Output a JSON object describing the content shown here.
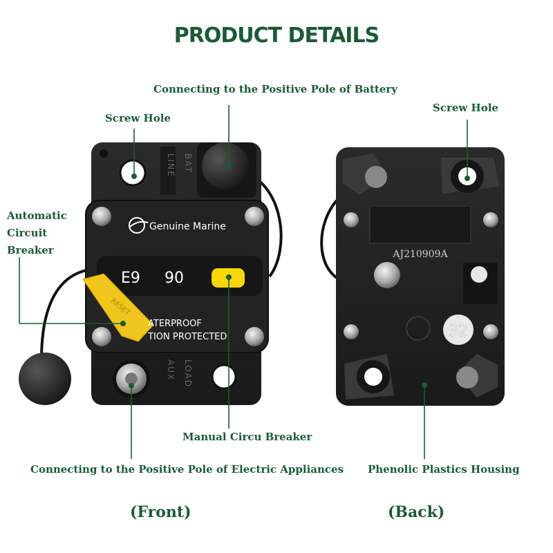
{
  "heading": "PRODUCT DETAILS",
  "labels": {
    "battery_pole": "Connecting to the Positive Pole of Battery",
    "screw_hole_front": "Screw Hole",
    "screw_hole_back": "Screw Hole",
    "auto_breaker": "Automatic Circuit Breaker",
    "manual_breaker": "Manual Circu Breaker",
    "appliance_pole": "Connecting to the Positive Pole of Electric Appliances",
    "housing": "Phenolic Plastics Housing"
  },
  "views": {
    "front": "(Front)",
    "back": "(Back)"
  },
  "device_front": {
    "brand": "Genuine Marine",
    "model": "E9",
    "rating": "90",
    "line1": "ATERPROOF",
    "line2": "TION PROTECTED",
    "lever_text": "RESET",
    "terminal_top_left": "LINE",
    "terminal_top_right": "BAT",
    "terminal_bottom_left": "AUX",
    "terminal_bottom_right": "LOAD"
  },
  "device_back": {
    "serial": "AJ210909A",
    "amp_badge": "32"
  },
  "colors": {
    "accent_green": "#1c5a36",
    "body_black": "#1e1e1e",
    "cap_yellow": "#f5d70a",
    "lever_yellow": "#f0c51c"
  }
}
